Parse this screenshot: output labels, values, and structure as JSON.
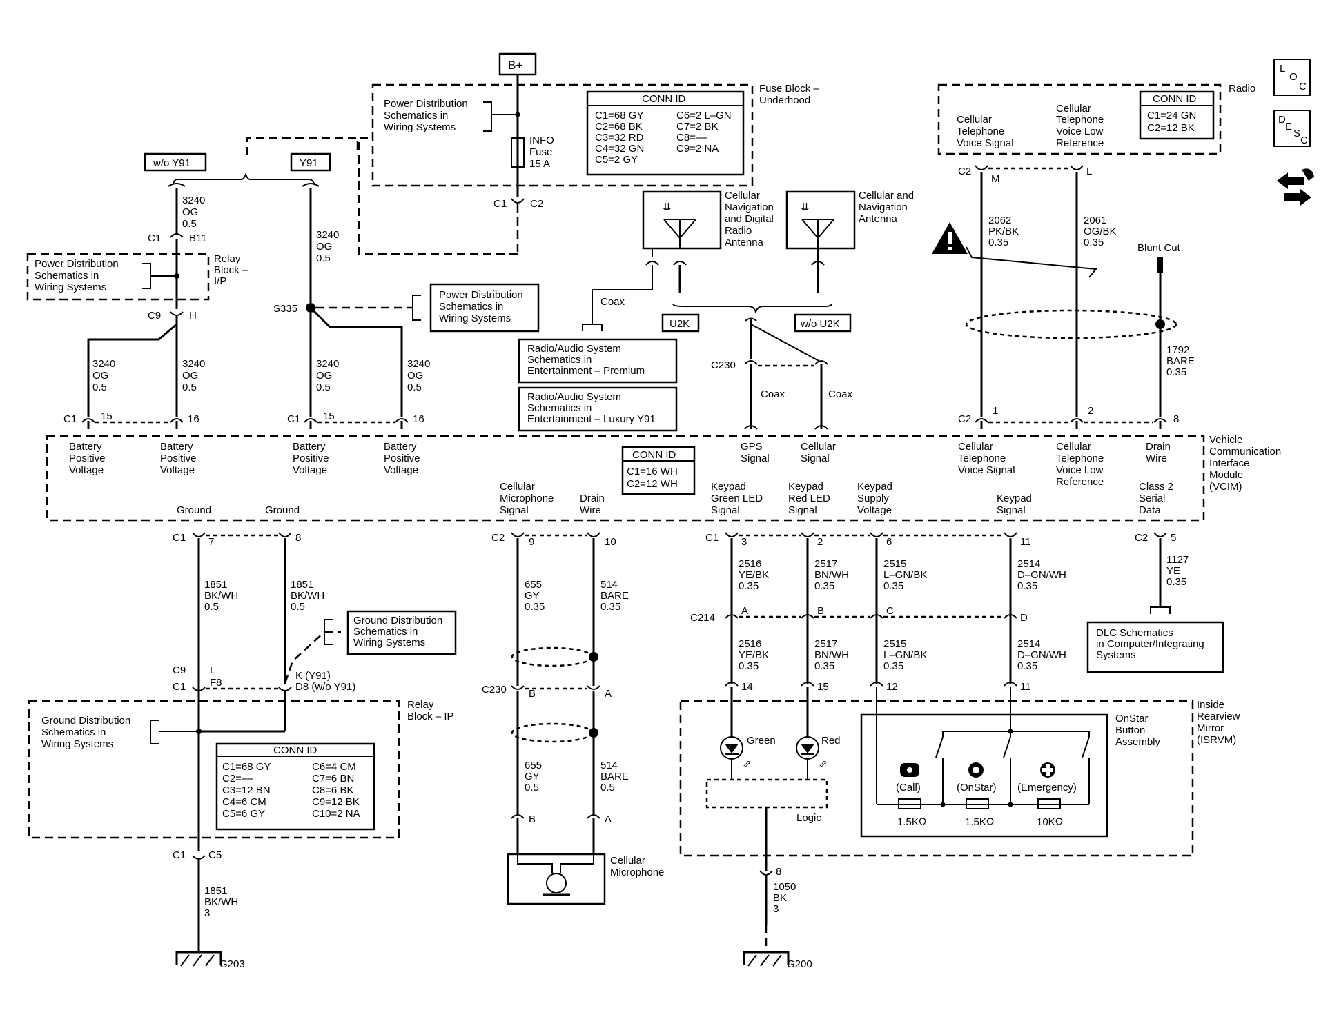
{
  "power": {
    "b_plus": "B+"
  },
  "fuse_block": {
    "title_1": "Fuse Block –",
    "title_2": "Underhood",
    "ref_1": "Power Distribution",
    "ref_2": "Schematics in",
    "ref_3": "Wiring Systems",
    "fuse_1": "INFO",
    "fuse_2": "Fuse",
    "fuse_3": "15 A",
    "c1": "C1",
    "c2": "C2",
    "conn_title": "CONN ID",
    "conn_left": [
      "C1=68 GY",
      "C2=68 BK",
      "C3=32 RD",
      "C4=32 GN",
      "C5=2 GY"
    ],
    "conn_right": [
      "C6=2 L–GN",
      "C7=2 BK",
      "C8=––",
      "C9=2 NA"
    ]
  },
  "options": {
    "wo_y91": "w/o Y91",
    "y91": "Y91",
    "u2k": "U2K",
    "wo_u2k": "w/o U2K"
  },
  "relay_ip_top": {
    "ref_1": "Power Distribution",
    "ref_2": "Schematics in",
    "ref_3": "Wiring Systems",
    "title_1": "Relay",
    "title_2": "Block –",
    "title_3": "I/P",
    "c1": "C1",
    "b11": "B11",
    "c9": "C9",
    "h": "H"
  },
  "splice": {
    "s335": "S335",
    "ref_1": "Power Distribution",
    "ref_2": "Schematics in",
    "ref_3": "Wiring Systems"
  },
  "wires_3240": {
    "num": "3240",
    "color": "OG",
    "size": "0.5"
  },
  "vcim_top_pins": {
    "c1": "C1",
    "p15": "15",
    "p16": "16",
    "bpv_1": "Battery",
    "bpv_2": "Positive",
    "bpv_3": "Voltage"
  },
  "antennas": {
    "cell_nav_1": "Cellular",
    "cell_nav_2": "Navigation",
    "cell_nav_3": "and Digital",
    "cell_nav_4": "Radio",
    "cell_nav_5": "Antenna",
    "cn_ant_1": "Cellular and",
    "cn_ant_2": "Navigation",
    "cn_ant_3": "Antenna",
    "coax": "Coax",
    "c230": "C230",
    "gps_1": "GPS",
    "gps_2": "Signal",
    "cell_sig_1": "Cellular",
    "cell_sig_2": "Signal"
  },
  "radio_refs": {
    "prem_1": "Radio/Audio System",
    "prem_2": "Schematics in",
    "prem_3": "Entertainment – Premium",
    "lux_1": "Radio/Audio System",
    "lux_2": "Schematics in",
    "lux_3": "Entertainment – Luxury Y91"
  },
  "radio": {
    "title": "Radio",
    "sig_1": "Cellular",
    "sig_2": "Telephone",
    "sig_3": "Voice Signal",
    "low_1": "Cellular",
    "low_2": "Telephone",
    "low_3": "Voice Low",
    "low_4": "Reference",
    "conn_title": "CONN ID",
    "conn": [
      "C1=24 GN",
      "C2=12 BK"
    ],
    "c2": "C2",
    "m": "M",
    "l": "L",
    "w2062_1": "2062",
    "w2062_2": "PK/BK",
    "w2062_3": "0.35",
    "w2061_1": "2061",
    "w2061_2": "OG/BK",
    "w2061_3": "0.35",
    "blunt": "Blunt Cut",
    "w1792_1": "1792",
    "w1792_2": "BARE",
    "w1792_3": "0.35",
    "p1": "1",
    "p2": "2",
    "p8": "8",
    "drain_1": "Drain",
    "drain_2": "Wire"
  },
  "vcim": {
    "title_1": "Vehicle",
    "title_2": "Communication",
    "title_3": "Interface",
    "title_4": "Module",
    "title_5": "(VCIM)",
    "conn_title": "CONN ID",
    "conn": [
      "C1=16 WH",
      "C2=12 WH"
    ],
    "ground": "Ground",
    "mic_1": "Cellular",
    "mic_2": "Microphone",
    "mic_3": "Signal",
    "drain_1": "Drain",
    "drain_2": "Wire",
    "kg_1": "Keypad",
    "kg_2": "Green LED",
    "kg_3": "Signal",
    "kr_1": "Keypad",
    "kr_2": "Red LED",
    "kr_3": "Signal",
    "ks_1": "Keypad",
    "ks_2": "Supply",
    "ks_3": "Voltage",
    "kp_1": "Keypad",
    "kp_2": "Signal",
    "cs_1": "Class 2",
    "cs_2": "Serial",
    "cs_3": "Data"
  },
  "lower_pins": {
    "c1": "C1",
    "c2": "C2",
    "p7": "7",
    "p8": "8",
    "p9": "9",
    "p10": "10",
    "p3": "3",
    "p2": "2",
    "p6": "6",
    "p11": "11",
    "p5": "5"
  },
  "ground_wires": {
    "w1": "1851",
    "w2": "BK/WH",
    "w3": "0.5",
    "w3b": "3"
  },
  "gnd_ref": {
    "r1": "Ground Distribution",
    "r2": "Schematics in",
    "r3": "Wiring Systems"
  },
  "relay_ip_bottom": {
    "c9": "C9",
    "l": "L",
    "c1": "C1",
    "f8": "F8",
    "k": "K (Y91)",
    "d8": "D8 (w/o Y91)",
    "title_1": "Relay",
    "title_2": "Block – IP",
    "conn_title": "CONN ID",
    "conn_left": [
      "C1=68 GY",
      "C2=––",
      "C3=12 BN",
      "C4=6 CM",
      "C5=6 GY"
    ],
    "conn_right": [
      "C6=4 CM",
      "C7=6 BN",
      "C8=6 BK",
      "C9=12 BK",
      "C10=2 NA"
    ],
    "c5": "C5"
  },
  "mic_wires": {
    "w655": "655",
    "gy": "GY",
    "w514": "514",
    "bare": "BARE",
    "s035": "0.35",
    "s05": "0.5",
    "c230": "C230",
    "b": "B",
    "a": "A",
    "mic_1": "Cellular",
    "mic_2": "Microphone"
  },
  "keypad_wires": {
    "w2516": "2516",
    "yebk": "YE/BK",
    "w2517": "2517",
    "bnwh": "BN/WH",
    "w2515": "2515",
    "lgnbk": "L–GN/BK",
    "w2514": "2514",
    "dgnwh": "D–GN/WH",
    "s035": "0.35",
    "c214": "C214",
    "a": "A",
    "b": "B",
    "c": "C",
    "d": "D"
  },
  "dlc": {
    "w1127": "1127",
    "ye": "YE",
    "s035": "0.35",
    "r1": "DLC Schematics",
    "r2": "in Computer/Integrating",
    "r3": "Systems"
  },
  "isrvm": {
    "title_1": "Inside",
    "title_2": "Rearview",
    "title_3": "Mirror",
    "title_4": "(ISRVM)",
    "p14": "14",
    "p15": "15",
    "p12": "12",
    "p11": "11",
    "p8": "8",
    "green": "Green",
    "red": "Red",
    "logic": "Logic",
    "onstar_1": "OnStar",
    "onstar_2": "Button",
    "onstar_3": "Assembly",
    "call": "(Call)",
    "onstar": "(OnStar)",
    "emergency": "(Emergency)",
    "r1": "1.5KΩ",
    "r2": "1.5KΩ",
    "r3": "10KΩ"
  },
  "grounds": {
    "g203": "G203",
    "g200": "G200",
    "w1050": "1050",
    "bk": "BK",
    "s3": "3"
  },
  "side_icons": {
    "loc_l": "L",
    "loc_o": "O",
    "loc_c": "C",
    "desc_d": "D",
    "desc_e": "E",
    "desc_s": "S",
    "desc_c": "C"
  }
}
